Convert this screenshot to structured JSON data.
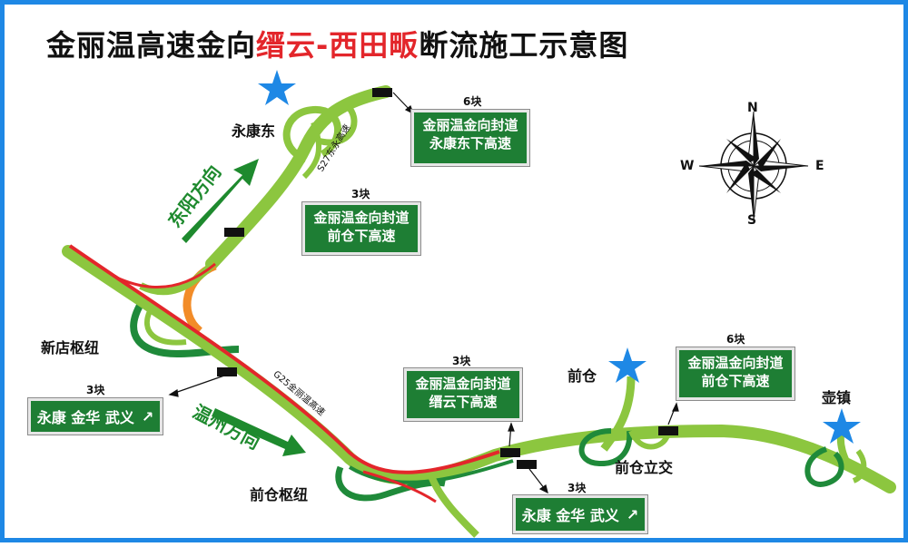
{
  "title": {
    "part1": "金丽温高速金向",
    "part2": "缙云-西田畈",
    "part3": "断流施工示意图"
  },
  "places": {
    "yongkangdong": "永康东",
    "xindian": "新店枢纽",
    "qiancang": "前仓",
    "qiancang_hub": "前仓枢纽",
    "qiancang_interchange": "前仓立交",
    "huzhen": "壶镇"
  },
  "directions": {
    "dongyang": "东阳方向",
    "wenzhou": "温州方向"
  },
  "roads": {
    "s27": "S27东永高速",
    "g25": "G25金丽温高速"
  },
  "signs": [
    {
      "count": "6块",
      "lines": [
        "金丽温金向封道",
        "永康东下高速"
      ]
    },
    {
      "count": "3块",
      "lines": [
        "金丽温金向封道",
        "前仓下高速"
      ]
    },
    {
      "count": "3块",
      "lines": [
        "金丽温金向封道",
        "缙云下高速"
      ]
    },
    {
      "count": "6块",
      "lines": [
        "金丽温金向封道",
        "前仓下高速"
      ]
    }
  ],
  "dest_signs": [
    {
      "count": "3块",
      "text": "永康 金华 武义"
    },
    {
      "count": "3块",
      "text": "永康 金华 武义"
    }
  ],
  "compass": {
    "n": "N",
    "s": "S",
    "e": "E",
    "w": "W"
  },
  "colors": {
    "road_green": "#8cc63f",
    "ramp_green": "#1f8a3a",
    "closed_red": "#e3262b",
    "ramp_orange": "#f28c28",
    "star_blue": "#1e88e5",
    "sign_green": "#1e7e34"
  }
}
